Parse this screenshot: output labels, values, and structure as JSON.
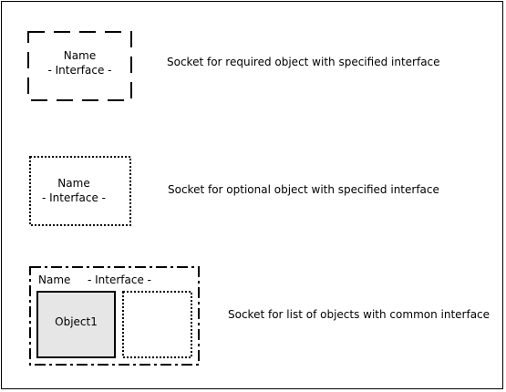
{
  "legend": {
    "required": {
      "name": "Name",
      "interface": "- Interface -",
      "description": "Socket for required object with specified interface"
    },
    "optional": {
      "name": "Name",
      "interface": "- Interface -",
      "description": "Socket for optional object with specified interface"
    },
    "list": {
      "name": "Name",
      "interface": "- Interface -",
      "object_label": "Object1",
      "description": "Socket for list of objects with common interface"
    }
  },
  "colors": {
    "stroke": "#000000",
    "object_fill": "#e6e6e6",
    "background": "#ffffff"
  }
}
